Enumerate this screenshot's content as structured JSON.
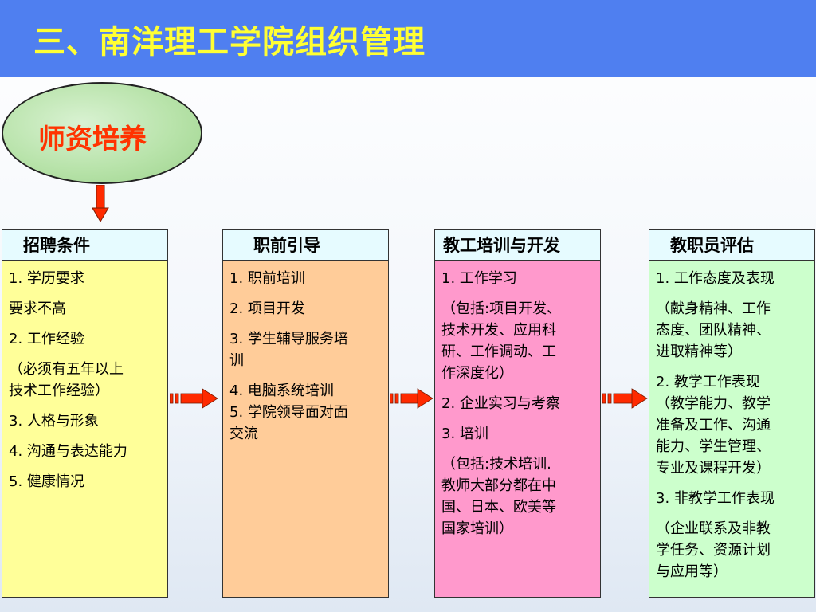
{
  "slide": {
    "title": "三、南洋理工学院组织管理",
    "oval_label": "师资培养"
  },
  "colors": {
    "header_bg": "#4f7ff0",
    "title_text": "#ffff33",
    "oval_text": "#ff3300",
    "arrow": "#ff2a00"
  },
  "columns": [
    {
      "header": "招聘条件",
      "lines": [
        "1. 学历要求",
        "要求不高",
        "2. 工作经验",
        "（必须有五年以上",
        "技术工作经验）",
        "3. 人格与形象",
        "4. 沟通与表达能力",
        "5. 健康情况"
      ]
    },
    {
      "header": "职前引导",
      "lines": [
        "1. 职前培训",
        "2. 项目开发",
        "3. 学生辅导服务培",
        "训",
        "4. 电脑系统培训",
        "5. 学院领导面对面",
        "交流"
      ]
    },
    {
      "header": "教工培训与开发",
      "lines": [
        "1. 工作学习",
        "（包括:项目开发、",
        "技术开发、应用科",
        "研、工作调动、工",
        "作深度化）",
        "2. 企业实习与考察",
        "3. 培训",
        "（包括:技术培训.",
        "教师大部分都在中",
        "国、日本、欧美等",
        "国家培训）"
      ]
    },
    {
      "header": "教职员评估",
      "lines": [
        "1. 工作态度及表现",
        "（献身精神、工作",
        "态度、团队精神、",
        "进取精神等）",
        "2. 教学工作表现",
        "（教学能力、教学",
        "准备及工作、沟通",
        "能力、学生管理、",
        "专业及课程开发）",
        "3. 非教学工作表现",
        "（企业联系及非教",
        "学任务、资源计划",
        "与应用等）"
      ]
    }
  ]
}
